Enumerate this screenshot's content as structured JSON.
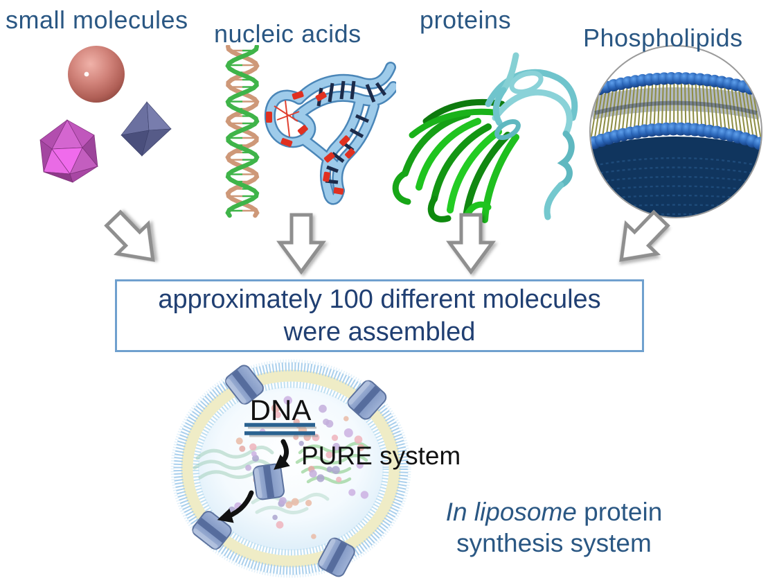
{
  "figure": {
    "type": "scientific-diagram",
    "background": "#ffffff"
  },
  "categories": [
    {
      "label": "small molecules"
    },
    {
      "label": "nucleic acids"
    },
    {
      "label": "proteins"
    },
    {
      "label": "Phospholipids"
    }
  ],
  "assembly_box": {
    "line1": "approximately 100 different molecules",
    "line2": "were assembled"
  },
  "liposome": {
    "dna_label": "DNA",
    "pure_system_label": "PURE system"
  },
  "caption": {
    "line1_italic": "In liposome",
    "line1_regular": " protein",
    "line2": "synthesis system"
  },
  "colors": {
    "heading_blue": "#2A5783",
    "box_border_blue": "#6FA0CE",
    "box_text_navy": "#203F72",
    "caption_blue": "#2A5783",
    "arrow_outline_gray": "#8F8F8F",
    "dna_bar_blue": "#2A6290",
    "label_black": "#111111",
    "sphere_salmon": "#C97B71",
    "icosahedron_magenta": "#D466D0",
    "octahedron_slate": "#666B9C",
    "dna_strand_green": "#3FB449",
    "dna_strand_tan": "#CE9878",
    "rna_ribbon_blue": "#9ECBEA",
    "rna_rung_navy": "#1C2B4A",
    "rna_patch_red": "#E03020",
    "protein_green": "#1FC41F",
    "protein_cyan": "#74C8CE",
    "lipid_head_blue": "#2B66B8",
    "lipid_tail_olive": "#8F8F46",
    "membrane_yellow": "#EFECC6",
    "membrane_fringe_blue": "#A9CFEC",
    "channel_slate_blue": "#8BA3CC"
  }
}
